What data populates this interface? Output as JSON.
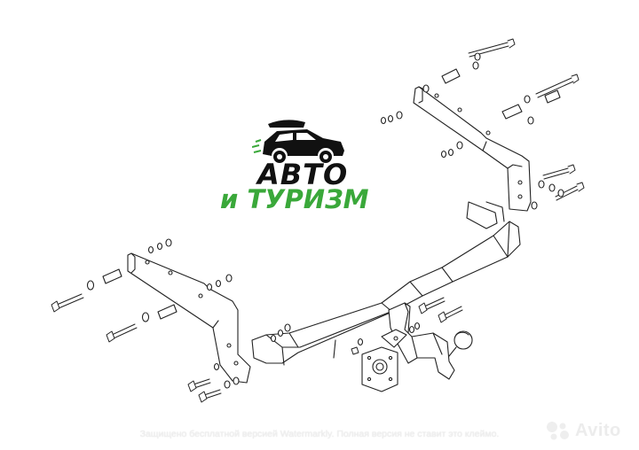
{
  "logo": {
    "line1": "АВТО",
    "line2": "и ТУРИЗМ",
    "icon": "car-with-roof-box-icon",
    "line1_color": "#111111",
    "line2_color": "#3aa83a"
  },
  "diagram": {
    "subject": "tow-hitch-exploded-view",
    "line_color": "#222222"
  },
  "watermark": {
    "text": "Защищено бесплатной версией Watermarkly. Полная версия не ставит это клеймо."
  },
  "avito": {
    "text": "Avito",
    "icon": "avito-dots-icon"
  }
}
